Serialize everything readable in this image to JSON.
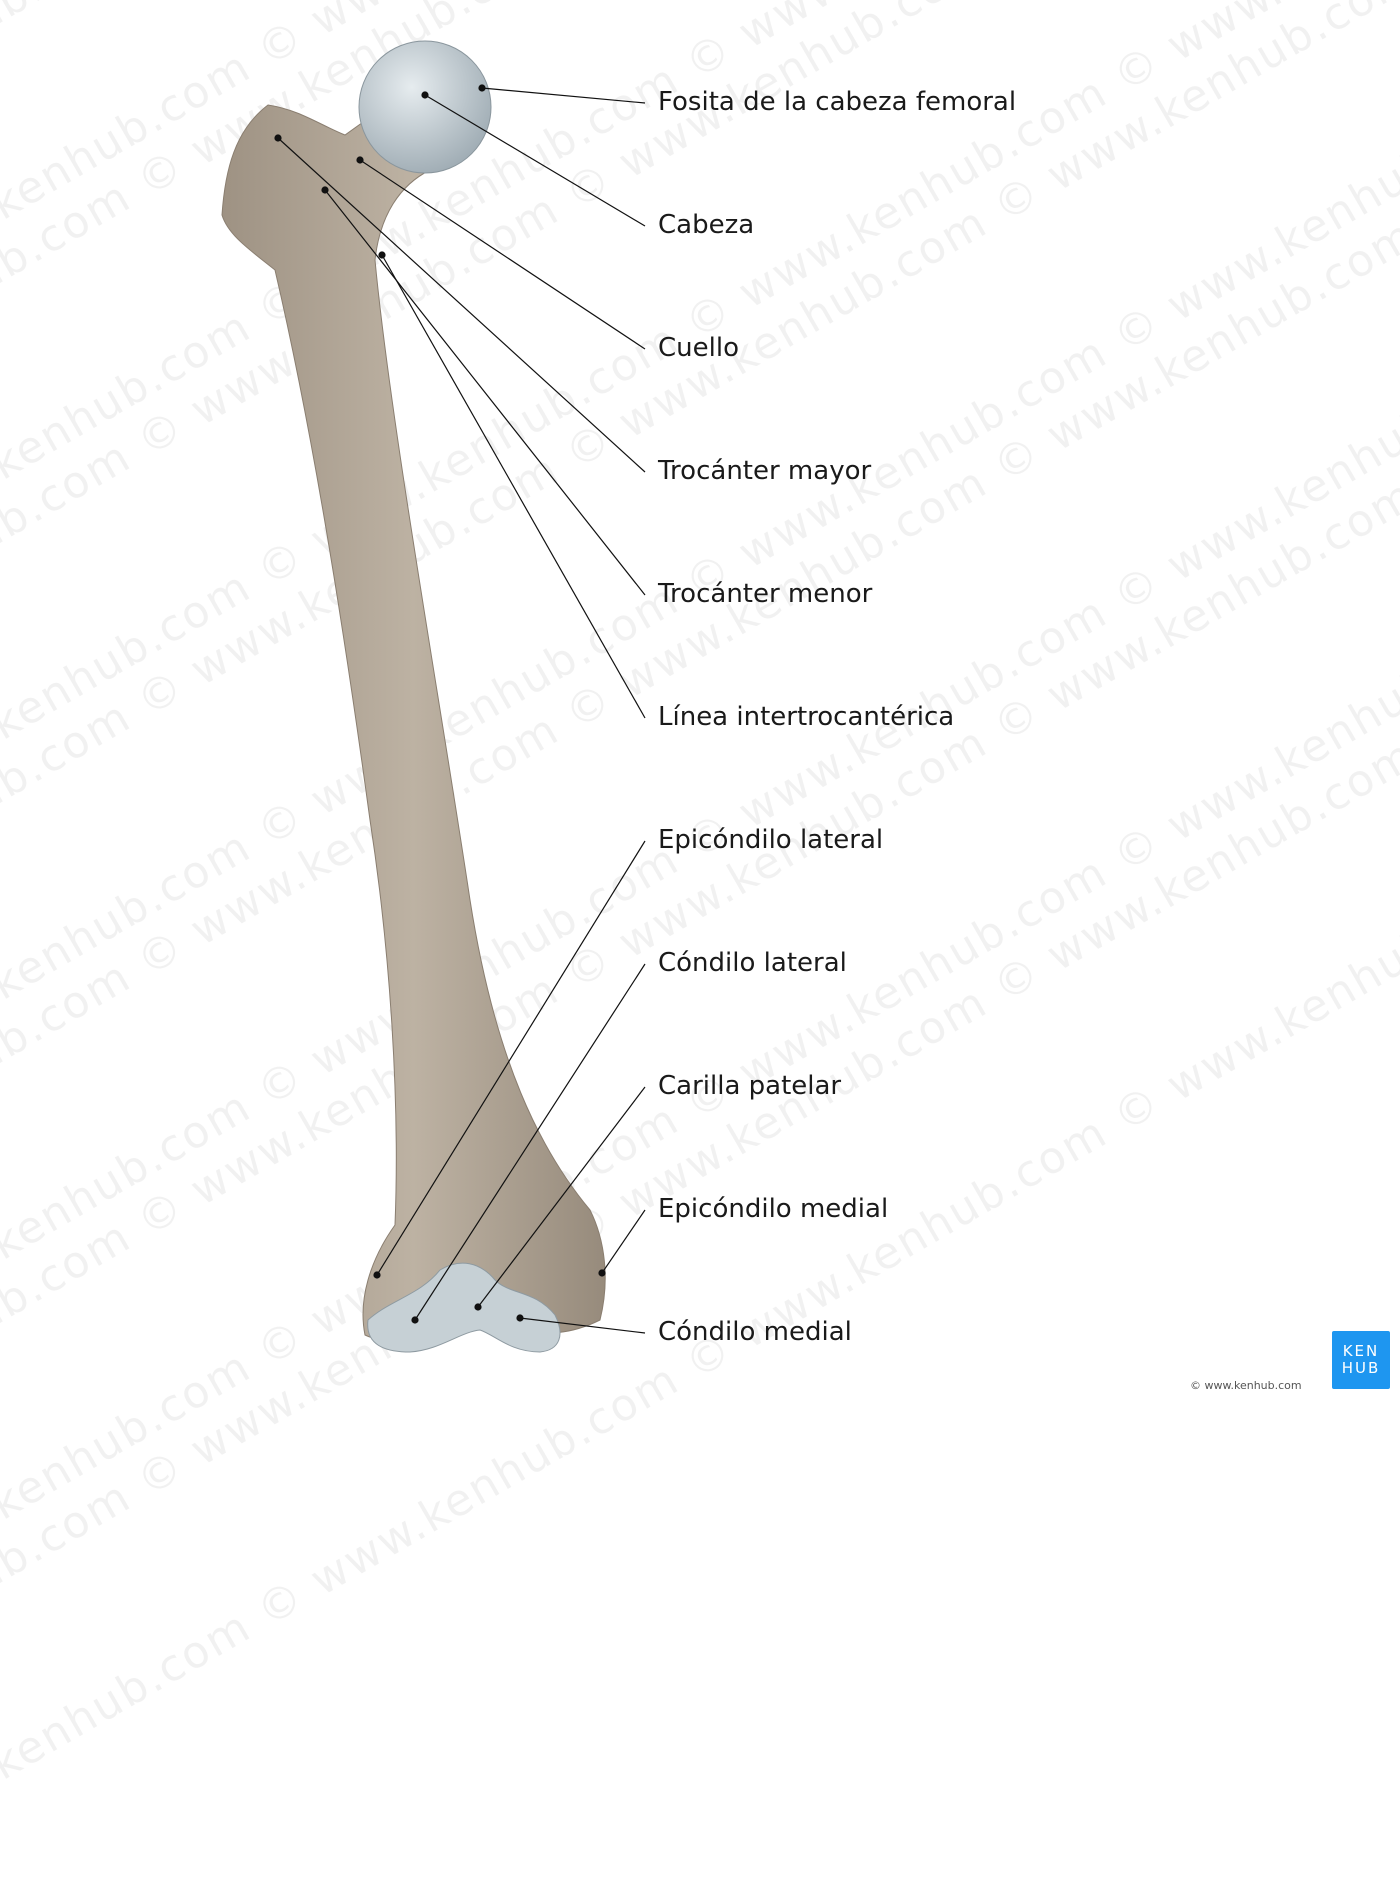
{
  "labels": [
    "Fosita de la cabeza femoral",
    "Cabeza",
    "Cuello",
    "Trocánter mayor",
    "Trocánter menor",
    "Línea intertrocantérica",
    "Epicóndilo lateral",
    "Cóndilo lateral",
    "Carilla patelar",
    "Epicóndilo medial",
    "Cóndilo medial"
  ],
  "logo": {
    "line1": "KEN",
    "line2": "HUB",
    "color": "#1e96f0"
  },
  "credit": "© www.kenhub.com",
  "watermark": "© www.kenhub.com",
  "colors": {
    "bone": "#b4a898",
    "cartilage": "#c9d3d8"
  }
}
